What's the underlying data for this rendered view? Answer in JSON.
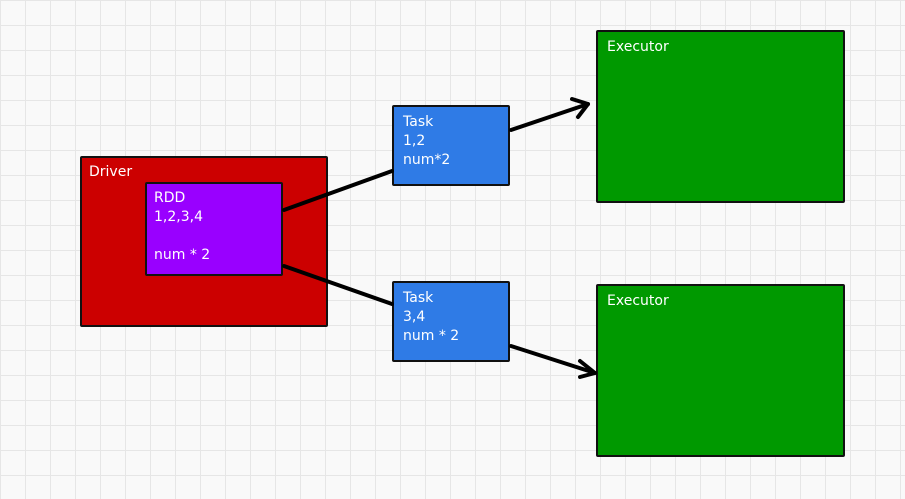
{
  "driver": {
    "label": "Driver",
    "color": "#cc0000"
  },
  "rdd": {
    "label": "RDD",
    "data": "1,2,3,4",
    "func": "num * 2",
    "color": "#9900ff"
  },
  "tasks": [
    {
      "label": "Task",
      "data": "1,2",
      "func": "num*2",
      "color": "#2f7be6"
    },
    {
      "label": "Task",
      "data": "3,4",
      "func": "num * 2",
      "color": "#2f7be6"
    }
  ],
  "executors": [
    {
      "label": "Executor",
      "color": "#009900"
    },
    {
      "label": "Executor",
      "color": "#009900"
    }
  ],
  "arrow_color": "#000000"
}
